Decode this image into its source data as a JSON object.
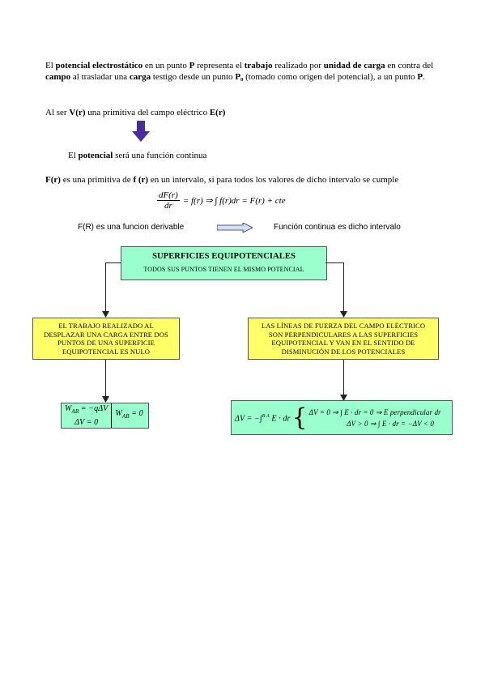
{
  "intro": {
    "t1": "El ",
    "b1": "potencial electrostático",
    "t2": " en un punto ",
    "b2": "P",
    "t3": " representa el ",
    "b3": "trabajo",
    "t4": " realizado por ",
    "b4": "unidad de carga",
    "t5": " en contra del ",
    "b5": "campo",
    "t6": " al trasladar una ",
    "b6": "carga",
    "t7": " testigo desde un punto ",
    "b7": "P₀",
    "t8": " (tomado como origen del potencial), a un punto ",
    "b8": "P",
    "t9": "."
  },
  "primitive": {
    "t1": "Al ser ",
    "b1": "V(r)",
    "t2": " una primitiva del campo eléctrico ",
    "b2": "E(r)"
  },
  "continuous": {
    "t1": "El ",
    "b1": "potencial",
    "t2": " será una función continua"
  },
  "definition": {
    "b1": "F(r)",
    "t1": " es una primitiva de ",
    "b2": "f (r)",
    "t2": " en un intervalo, si para todos los valores de dicho intervalo se cumple"
  },
  "formula": {
    "num": "dF(r)",
    "den": "dr",
    "rest": "= f(r) ⇒ ∫ f(r)dr = F(r) + cte"
  },
  "derivable": {
    "left": "F(R) es una funcion derivable",
    "right": "Función continua es dicho intervalo"
  },
  "top_box": {
    "title": "SUPERFICIES EQUIPOTENCIALES",
    "subtitle": "TODOS SUS PUNTOS TIENEN EL MISMO POTENCIAL"
  },
  "left_box": "EL TRABAJO REALIZADO AL DESPLAZAR UNA CARGA ENTRE DOS PUNTOS DE UNA SUPERFICIE EQUIPOTENCIAL ES NULO",
  "right_box": "LAS LÍNEAS DE FUERZA DEL CAMPO ELÉCTRICO SON PERPENDICULARES A LAS SUPERFICIES EQUIPOTENCIAL Y VAN EN EL SENTIDO DE DISMINUCIÓN DE LOS POTENCIALES",
  "left_formula": {
    "l1": "W",
    "l1sub": "AB",
    "l1b": " = −qΔV",
    "l2": "ΔV = 0",
    "r": "W",
    "rsub": "AB",
    "rb": " = 0"
  },
  "right_formula": {
    "lhs": "ΔV = −∫",
    "lhs_lims": "B A",
    "lhs_b": " E · dr",
    "r1": "ΔV = 0 ⇒ ∫ E · dr = 0 ⇒ E perpendicular dr",
    "r2": "ΔV > 0 ⇒ ∫ E · dr = −ΔV < 0"
  },
  "colors": {
    "arrow": "#4b2ca0",
    "yellow": "#ffff66",
    "green": "#99ffcc"
  }
}
